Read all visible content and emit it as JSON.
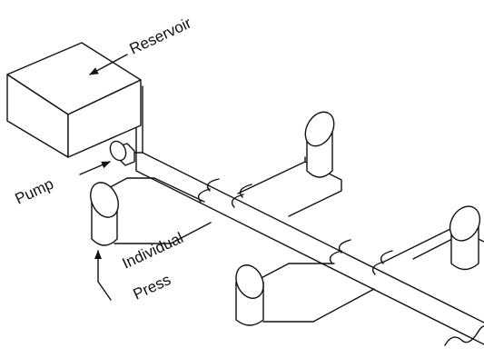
{
  "labels": {
    "reservoir": "Reservoir",
    "pump": "Pump",
    "press_line1": "Individual",
    "press_line2": "Press"
  },
  "colors": {
    "line": "#111111",
    "background": "#ffffff"
  }
}
